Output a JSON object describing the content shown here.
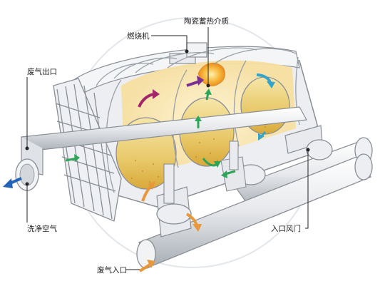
{
  "labels": {
    "ceramic_media": "陶瓷蓄热介质",
    "burner": "燃烧机",
    "exhaust_outlet": "废气出口",
    "clean_air": "洗净空气",
    "inlet_valve": "入口风门",
    "exhaust_inlet": "废气入口"
  },
  "colors": {
    "outline": "#8a8f96",
    "body": "#e4e6e9",
    "media": "#e3bf55",
    "flame": "#f2a72a",
    "arrow_green": "#2fa55a",
    "arrow_orange": "#e8973a",
    "arrow_purple": "#7a2f95",
    "arrow_magenta": "#a3266a",
    "arrow_blue": "#2464b8",
    "arrow_cyan": "#36a3c9"
  }
}
